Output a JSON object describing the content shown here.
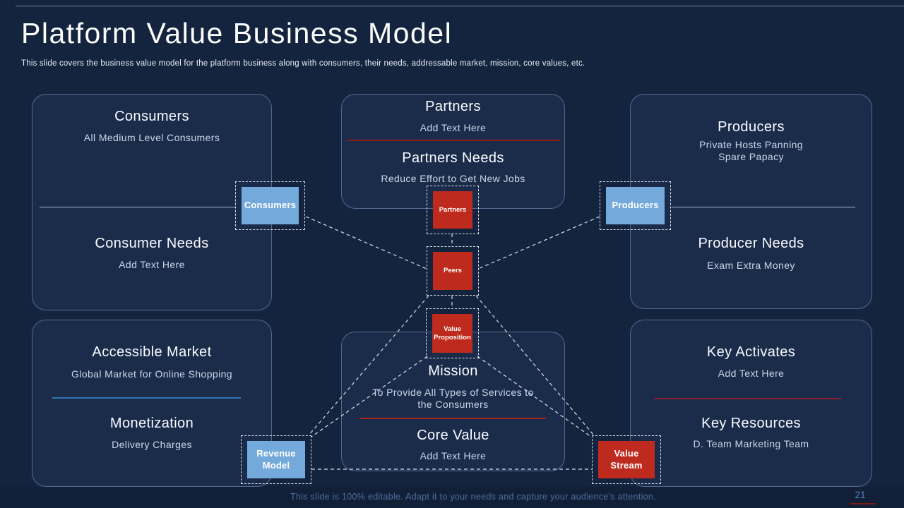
{
  "slide": {
    "title": "Platform Value Business Model",
    "subtitle": "This slide covers the business value model for the platform business along with consumers, their needs, addressable market, mission, core values, etc.",
    "footer": "This slide is 100% editable. Adapt it to your needs and capture your audience's attention.",
    "page_number": "21"
  },
  "boxes": {
    "consumers": {
      "heading1": "Consumers",
      "text1": "All Medium Level Consumers",
      "heading2": "Consumer Needs",
      "text2": "Add Text Here"
    },
    "partners": {
      "heading1": "Partners",
      "text1": "Add Text Here",
      "heading2": "Partners Needs",
      "text2": "Reduce Effort to Get New Jobs"
    },
    "producers": {
      "heading1": "Producers",
      "text1": "Private Hosts Panning Spare Papacy",
      "heading2": "Producer Needs",
      "text2": "Exam Extra Money"
    },
    "accessible_market": {
      "heading1": "Accessible Market",
      "text1": "Global Market for Online Shopping",
      "heading2": "Monetization",
      "text2": "Delivery Charges"
    },
    "mission": {
      "heading1": "Mission",
      "text1": "To Provide All Types of Services to the Consumers",
      "heading2": "Core Value",
      "text2": "Add Text Here"
    },
    "key": {
      "heading1": "Key Activates",
      "text1": "Add Text Here",
      "heading2": "Key Resources",
      "text2": "D. Team Marketing Team"
    }
  },
  "tags": {
    "consumers": {
      "label": "Consumers"
    },
    "producers": {
      "label": "Producers"
    },
    "partners": {
      "label": "Partners"
    },
    "peers": {
      "label": "Peers"
    },
    "value_proposition": {
      "label": "Value Proposition"
    },
    "revenue_model": {
      "label": "Revenue Model"
    },
    "value_stream": {
      "label": "Value Stream"
    }
  },
  "colors": {
    "background": "#15243E",
    "box_fill": "#1B2C4B",
    "tag_blue": "#74A9DC",
    "tag_red": "#BE2A1E",
    "divider_dark_red": "#8E1B12",
    "divider_maroon": "#8B2030",
    "divider_red": "#A3221A",
    "divider_blue": "#2E74B5",
    "divider_light": "#9FB6CE",
    "footer_text": "#4C6E9F",
    "page_underline": "#7E1A14"
  }
}
